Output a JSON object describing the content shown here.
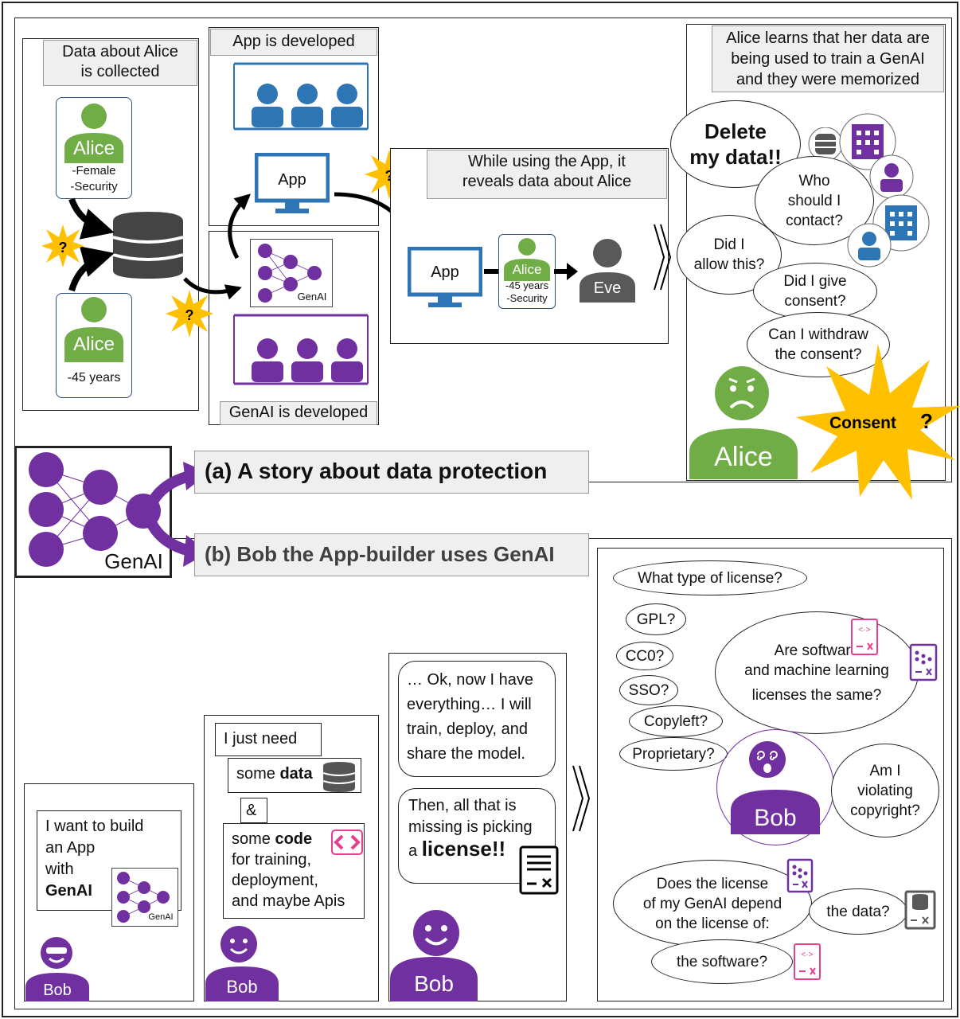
{
  "colors": {
    "purple": "#7030a0",
    "green": "#70ad47",
    "blue": "#2e75b6",
    "star": "#ffc000",
    "pink": "#e83e8c",
    "gray": "#595959"
  },
  "story_a": {
    "collected_caption_1": "Data about Alice",
    "collected_caption_2": "is collected",
    "alice_label": "Alice",
    "alice_attr_1": "-Female",
    "alice_attr_2": "-Security",
    "alice_attr_3": "-45 years",
    "question": "?",
    "app_dev_caption": "App is developed",
    "genai_dev_caption": "GenAI is developed",
    "app_label": "App",
    "genai_label": "GenAI",
    "reveal_caption_1": "While using the App, it",
    "reveal_caption_2": "reveals data about Alice",
    "eve_label": "Eve",
    "alice_attr_small_1": "-45 years",
    "alice_attr_small_2": "-Security",
    "learns_caption_1": "Alice learns that her data are",
    "learns_caption_2": "being used to train a GenAI",
    "learns_caption_3": "and they were memorized",
    "delete_1": "Delete",
    "delete_2": "my data!!",
    "who_1": "Who",
    "who_2": "should I",
    "who_3": "contact?",
    "allow_1": "Did I",
    "allow_2": "allow this?",
    "consent_1": "Did I give",
    "consent_2": "consent?",
    "withdraw_1": "Can I withdraw",
    "withdraw_2": "the consent?",
    "consent_star": "Consent",
    "alice_big": "Alice"
  },
  "hub": {
    "genai_label": "GenAI",
    "a_title": "(a) A story about data protection",
    "b_title": "(b) Bob the App-builder uses GenAI"
  },
  "story_b": {
    "p1_1": "I want to build",
    "p1_2": "an App",
    "p1_3": "with",
    "p1_4": "GenAI",
    "p1_genai": "GenAI",
    "bob": "Bob",
    "p2_1": "I just need",
    "p2_2a": "some ",
    "p2_2b": "data",
    "p2_amp": "&",
    "p2_3a": "some ",
    "p2_3b": "code",
    "p2_4": "for training,",
    "p2_5": "deployment,",
    "p2_6": "and maybe Apis",
    "p3_1": "… Ok, now I have",
    "p3_2": "everything… I will",
    "p3_3": "train, deploy, and",
    "p3_4": "share the model.",
    "p3_5": "Then, all that is",
    "p3_6": "missing is picking",
    "p3_7a": "a ",
    "p3_7b": "license!!",
    "q_type": "What type of license?",
    "q_gpl": "GPL?",
    "q_cc0": "CC0?",
    "q_sso": "SSO?",
    "q_copyleft": "Copyleft?",
    "q_prop": "Proprietary?",
    "q_same_1": "Are software",
    "q_same_2": "and machine learning",
    "q_same_3": "licenses the same?",
    "q_copy_1": "Am I",
    "q_copy_2": "violating",
    "q_copy_3": "copyright?",
    "q_dep_1": "Does the license",
    "q_dep_2": "of my GenAI depend",
    "q_dep_3": "on the license of:",
    "q_data": "the data?",
    "q_soft": "the software?"
  }
}
